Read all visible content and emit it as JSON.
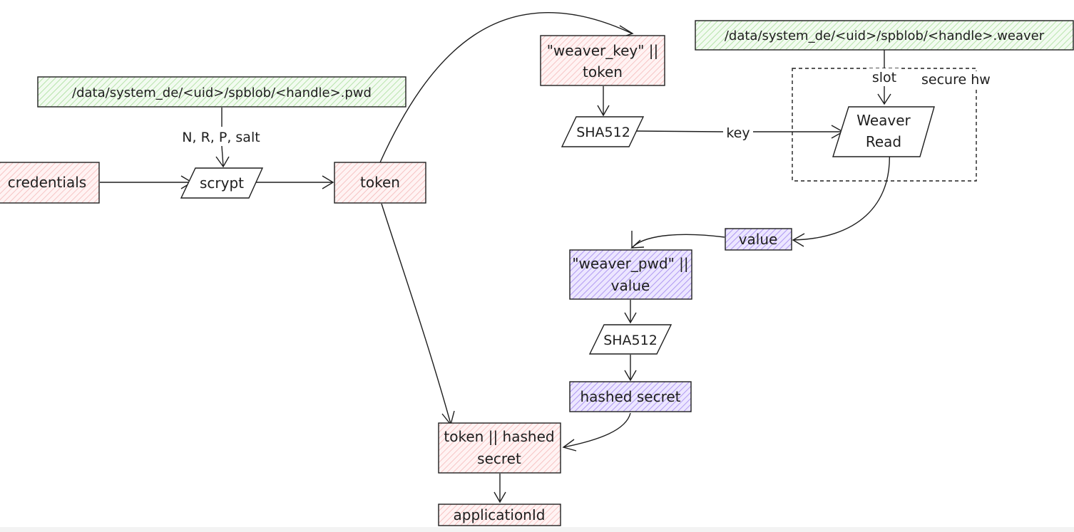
{
  "nodes": {
    "pwd_file": "/data/system_de/<uid>/spblob/<handle>.pwd",
    "weaver_file": "/data/system_de/<uid>/spblob/<handle>.weaver",
    "credentials": "credentials",
    "scrypt": "scrypt",
    "token": "token",
    "weaver_key_line1": "\"weaver_key\" ||",
    "weaver_key_line2": "token",
    "sha512_top": "SHA512",
    "weaver_read_line1": "Weaver",
    "weaver_read_line2": "Read",
    "secure_hw": "secure hw",
    "value": "value",
    "weaver_pwd_line1": "\"weaver_pwd\" ||",
    "weaver_pwd_line2": "value",
    "sha512_bottom": "SHA512",
    "hashed_secret": "hashed secret",
    "token_hashed_line1": "token || hashed",
    "token_hashed_line2": "secret",
    "application_id": "applicationId"
  },
  "edges": {
    "scrypt_params": "N, R, P, salt",
    "slot": "slot",
    "key": "key"
  },
  "colors": {
    "green_fill": "#b2f2bb",
    "red_fill": "#ffc9c9",
    "purple_fill": "#d0bfff",
    "stroke": "#1e1e1e"
  }
}
